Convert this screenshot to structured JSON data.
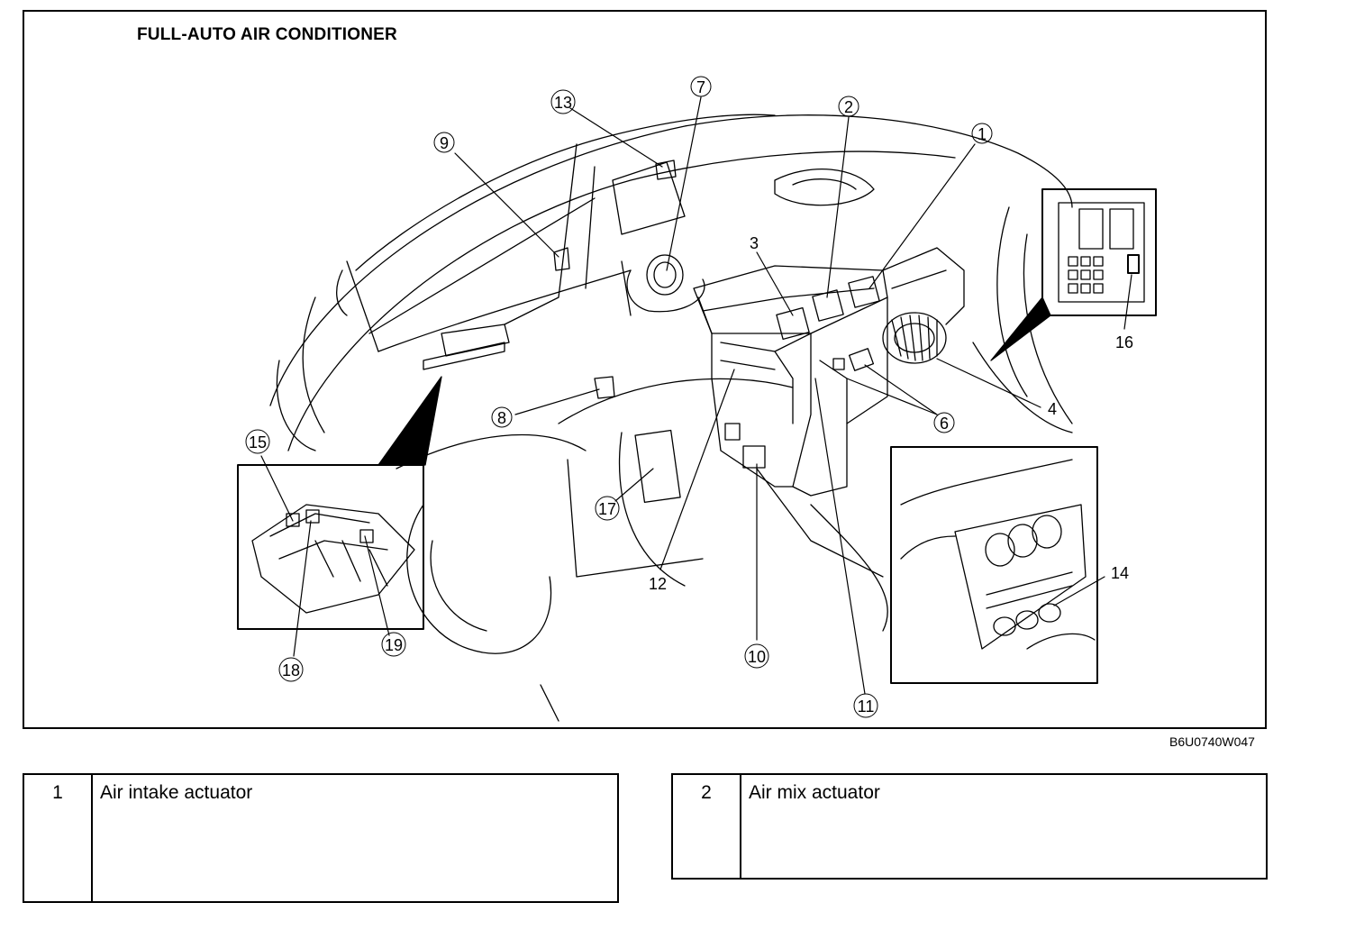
{
  "diagram": {
    "title": "FULL-AUTO AIR CONDITIONER",
    "figure_code": "B6U0740W047",
    "callouts": [
      {
        "id": "c1",
        "label": "1"
      },
      {
        "id": "c2",
        "label": "2"
      },
      {
        "id": "c3",
        "label": "3"
      },
      {
        "id": "c4",
        "label": "4"
      },
      {
        "id": "c6",
        "label": "6"
      },
      {
        "id": "c7",
        "label": "7"
      },
      {
        "id": "c8",
        "label": "8"
      },
      {
        "id": "c9",
        "label": "9"
      },
      {
        "id": "c10",
        "label": "10"
      },
      {
        "id": "c11",
        "label": "11"
      },
      {
        "id": "c12",
        "label": "12"
      },
      {
        "id": "c13",
        "label": "13"
      },
      {
        "id": "c14",
        "label": "14"
      },
      {
        "id": "c15",
        "label": "15"
      },
      {
        "id": "c16",
        "label": "16"
      },
      {
        "id": "c17",
        "label": "17"
      },
      {
        "id": "c18",
        "label": "18"
      },
      {
        "id": "c19",
        "label": "19"
      }
    ]
  },
  "legend": [
    {
      "number": "1",
      "name": "Air intake actuator"
    },
    {
      "number": "2",
      "name": "Air mix actuator"
    }
  ]
}
